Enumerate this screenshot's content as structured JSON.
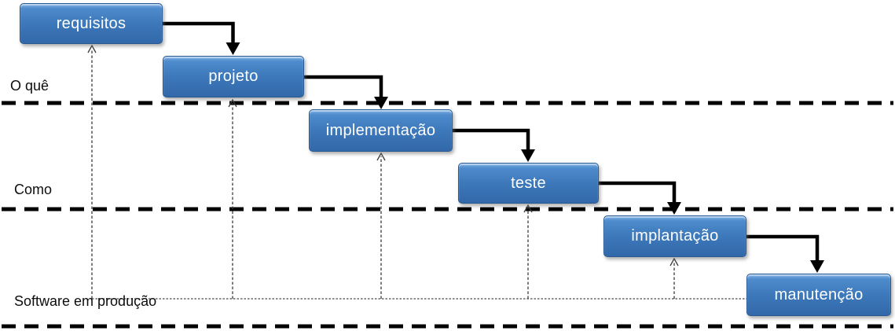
{
  "diagram": {
    "type": "waterfall-process",
    "phases": [
      {
        "label": "requisitos"
      },
      {
        "label": "projeto"
      },
      {
        "label": "implementação"
      },
      {
        "label": "teste"
      },
      {
        "label": "implantação"
      },
      {
        "label": "manutenção"
      }
    ],
    "row_labels": [
      {
        "label": "O quê"
      },
      {
        "label": "Como"
      },
      {
        "label": "Software em produção"
      }
    ],
    "colors": {
      "box_fill_top": "#7fb0e4",
      "box_fill_mid": "#3d79bb",
      "box_fill_bottom": "#3268a9",
      "box_border": "#2a5a93",
      "box_text": "#ffffff",
      "solid_connector": "#000000",
      "boundary_dashes": "#000000",
      "feedback_arrows": "#3a3a3a",
      "background": "#ffffff"
    }
  }
}
